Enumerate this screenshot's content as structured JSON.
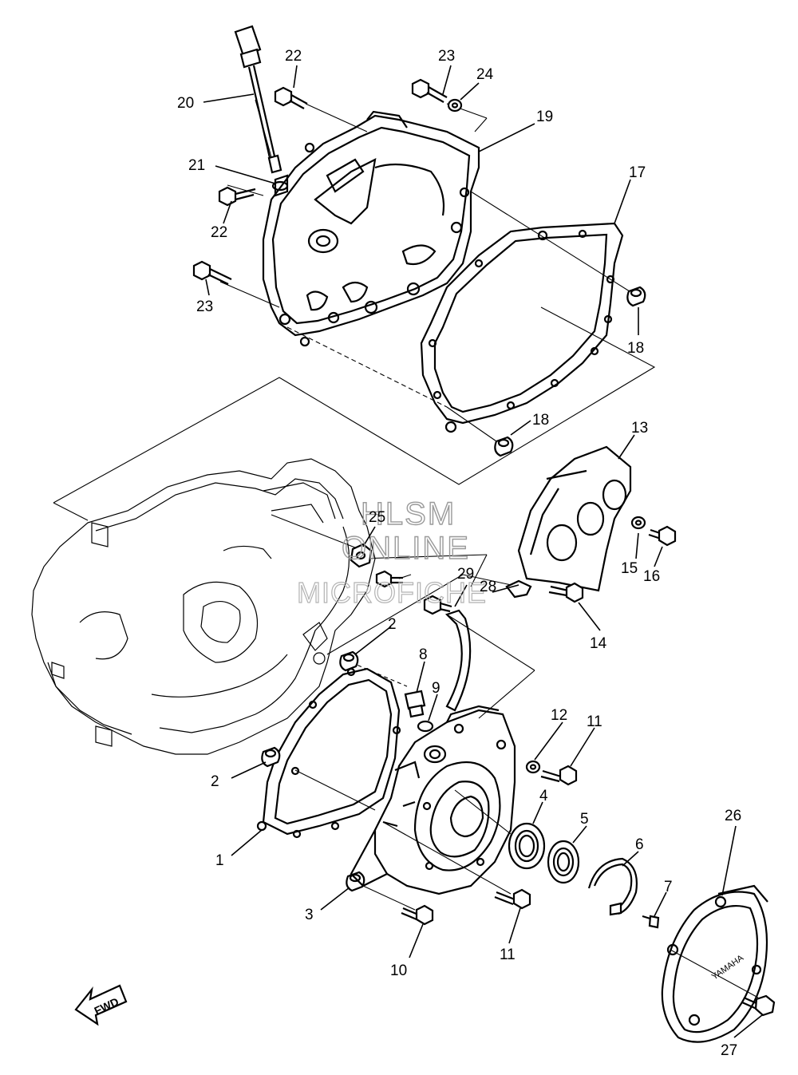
{
  "labels": {
    "p1": "1",
    "p2a": "2",
    "p2b": "2",
    "p3": "3",
    "p4": "4",
    "p5": "5",
    "p6": "6",
    "p7": "7",
    "p8": "8",
    "p9": "9",
    "p10": "10",
    "p11a": "11",
    "p11b": "11",
    "p12": "12",
    "p13": "13",
    "p14": "14",
    "p15": "15",
    "p16": "16",
    "p17": "17",
    "p18a": "18",
    "p18b": "18",
    "p19": "19",
    "p20": "20",
    "p21": "21",
    "p22a": "22",
    "p22b": "22",
    "p23a": "23",
    "p23b": "23",
    "p24": "24",
    "p25": "25",
    "p26": "26",
    "p27": "27",
    "p28": "28",
    "p29": "29"
  },
  "watermark": {
    "line1": "HLSM",
    "line2": "ONLINE",
    "line3": "MICROFICHE"
  },
  "fwd_label": "FWD",
  "brand_text": "YAMAHA"
}
